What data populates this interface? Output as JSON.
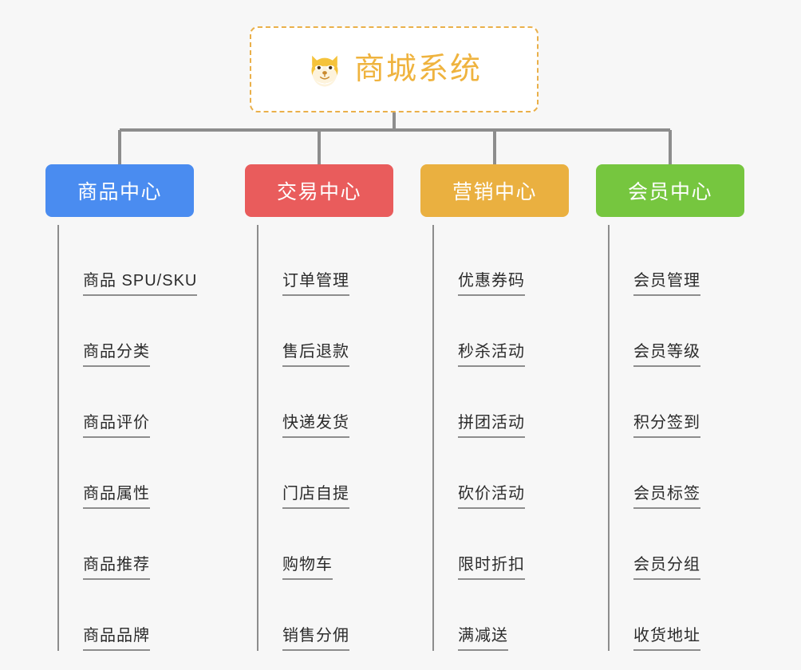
{
  "background_color": "#f7f7f7",
  "root": {
    "title": "商城系统",
    "icon": "shiba-dog-face-icon",
    "text_color": "#efb33e",
    "border_color": "#eab04a"
  },
  "connector_color": "#8d8d8d",
  "categories": [
    {
      "label": "商品中心",
      "color": "#4a8cf0",
      "items": [
        "商品 SPU/SKU",
        "商品分类",
        "商品评价",
        "商品属性",
        "商品推荐",
        "商品品牌"
      ]
    },
    {
      "label": "交易中心",
      "color": "#e95c5c",
      "items": [
        "订单管理",
        "售后退款",
        "快递发货",
        "门店自提",
        "购物车",
        "销售分佣"
      ]
    },
    {
      "label": "营销中心",
      "color": "#eab040",
      "items": [
        "优惠券码",
        "秒杀活动",
        "拼团活动",
        "砍价活动",
        "限时折扣",
        "满减送"
      ]
    },
    {
      "label": "会员中心",
      "color": "#76c63f",
      "items": [
        "会员管理",
        "会员等级",
        "积分签到",
        "会员标签",
        "会员分组",
        "收货地址"
      ]
    }
  ]
}
